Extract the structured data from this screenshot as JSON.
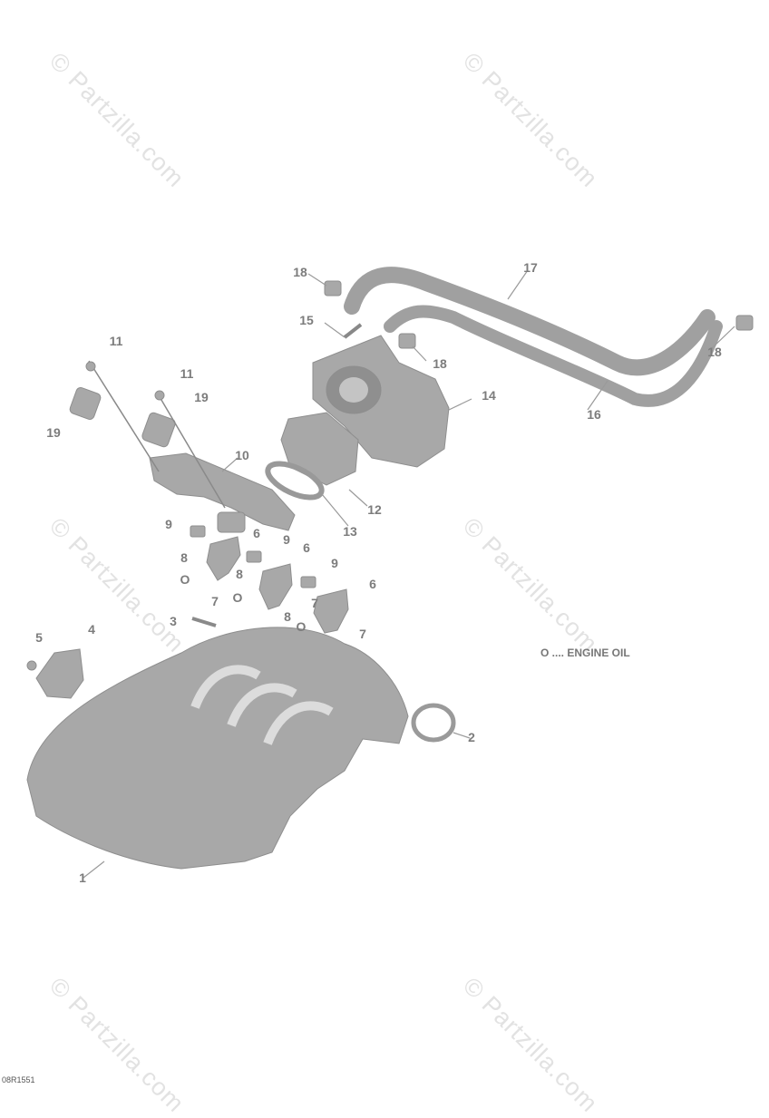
{
  "watermark": "© Partzilla.com",
  "legend_text": "O .... ENGINE OIL",
  "diagram_code": "08R1551",
  "callouts": {
    "c1": "1",
    "c2": "2",
    "c3": "3",
    "c4": "4",
    "c5": "5",
    "c6a": "6",
    "c6b": "6",
    "c6c": "6",
    "c7a": "7",
    "c7b": "7",
    "c7c": "7",
    "c8a": "8",
    "c8b": "8",
    "c8c": "8",
    "c9a": "9",
    "c9b": "9",
    "c9c": "9",
    "c10": "10",
    "c11a": "11",
    "c11b": "11",
    "c12": "12",
    "c13": "13",
    "c14": "14",
    "c15": "15",
    "c16": "16",
    "c17": "17",
    "c18a": "18",
    "c18b": "18",
    "c18c": "18",
    "c19a": "19",
    "c19b": "19",
    "oilA": "O",
    "oilB": "O",
    "oilC": "O"
  }
}
